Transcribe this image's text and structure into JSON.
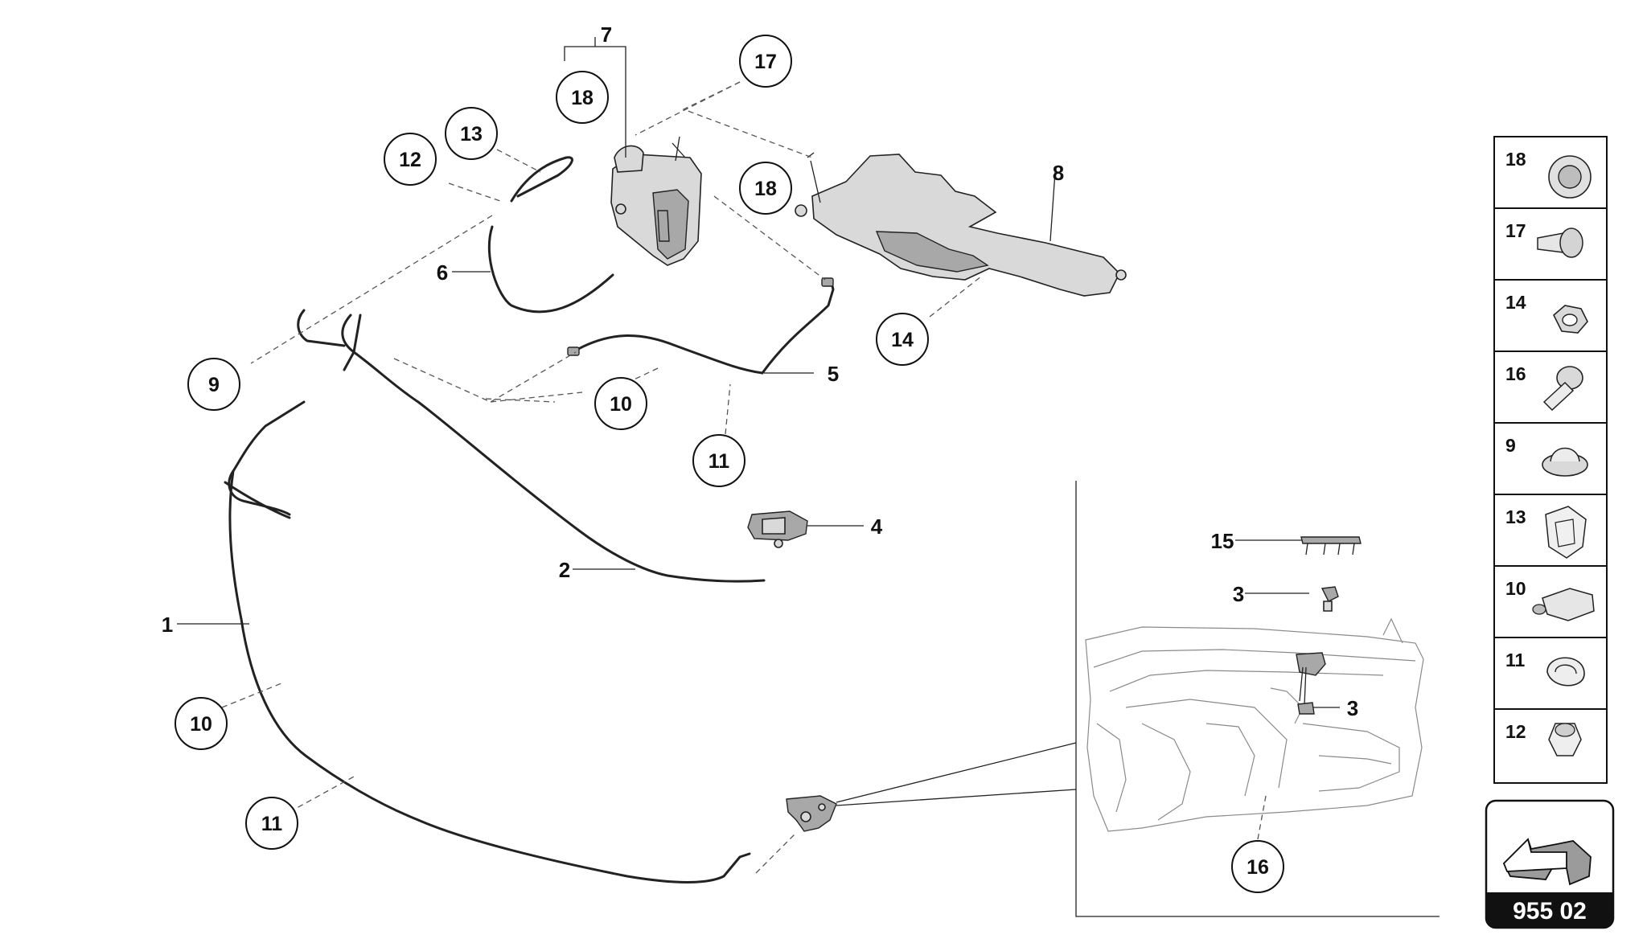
{
  "diagram": {
    "callouts": [
      {
        "id": "c7",
        "text": "7"
      },
      {
        "id": "c18a",
        "text": "18"
      },
      {
        "id": "c17",
        "text": "17"
      },
      {
        "id": "c13",
        "text": "13"
      },
      {
        "id": "c12",
        "text": "12"
      },
      {
        "id": "c18b",
        "text": "18"
      },
      {
        "id": "c8",
        "text": "8"
      },
      {
        "id": "c6",
        "text": "6"
      },
      {
        "id": "c14",
        "text": "14"
      },
      {
        "id": "c9",
        "text": "9"
      },
      {
        "id": "c5",
        "text": "5"
      },
      {
        "id": "c10a",
        "text": "10"
      },
      {
        "id": "c11a",
        "text": "11"
      },
      {
        "id": "c4",
        "text": "4"
      },
      {
        "id": "c2",
        "text": "2"
      },
      {
        "id": "c1",
        "text": "1"
      },
      {
        "id": "c10b",
        "text": "10"
      },
      {
        "id": "c11b",
        "text": "11"
      },
      {
        "id": "c15",
        "text": "15"
      },
      {
        "id": "c3a",
        "text": "3"
      },
      {
        "id": "c3b",
        "text": "3"
      },
      {
        "id": "c16",
        "text": "16"
      }
    ]
  },
  "parts_legend": {
    "items": [
      "18",
      "17",
      "14",
      "16",
      "9",
      "13",
      "10",
      "11",
      "12"
    ]
  },
  "page_badge": {
    "code": "955 02"
  }
}
